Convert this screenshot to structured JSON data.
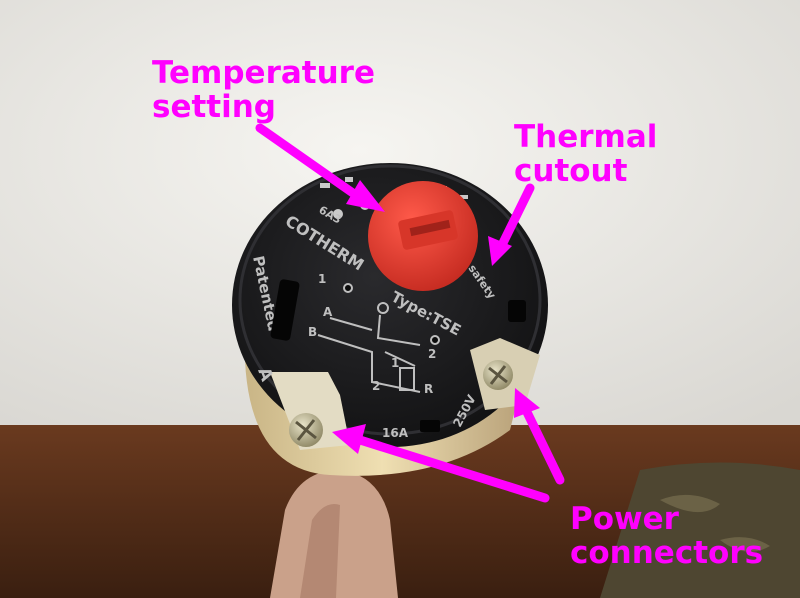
{
  "annotations": {
    "temperature_setting": [
      "Temperature",
      "setting"
    ],
    "thermal_cutout": [
      "Thermal",
      "cutout"
    ],
    "power_connectors": [
      "Power",
      "connectors"
    ],
    "color": "#ff00ff"
  },
  "device_markings": {
    "brand": "COTHERM",
    "type": "Type:TSE",
    "patented": "Patented",
    "amps": "16A",
    "voltage": "250V",
    "safety": "safety",
    "rating": "6A3",
    "terminal_letter": "A",
    "diagram_letters": [
      "1",
      "A",
      "B",
      "1",
      "2",
      "2",
      "R"
    ]
  },
  "colors": {
    "wall": "#f1f0ec",
    "table": "#5e321b",
    "device_body": "#1b1b1d",
    "knob": "#e43a2f",
    "collar": "#e7d4a2"
  }
}
